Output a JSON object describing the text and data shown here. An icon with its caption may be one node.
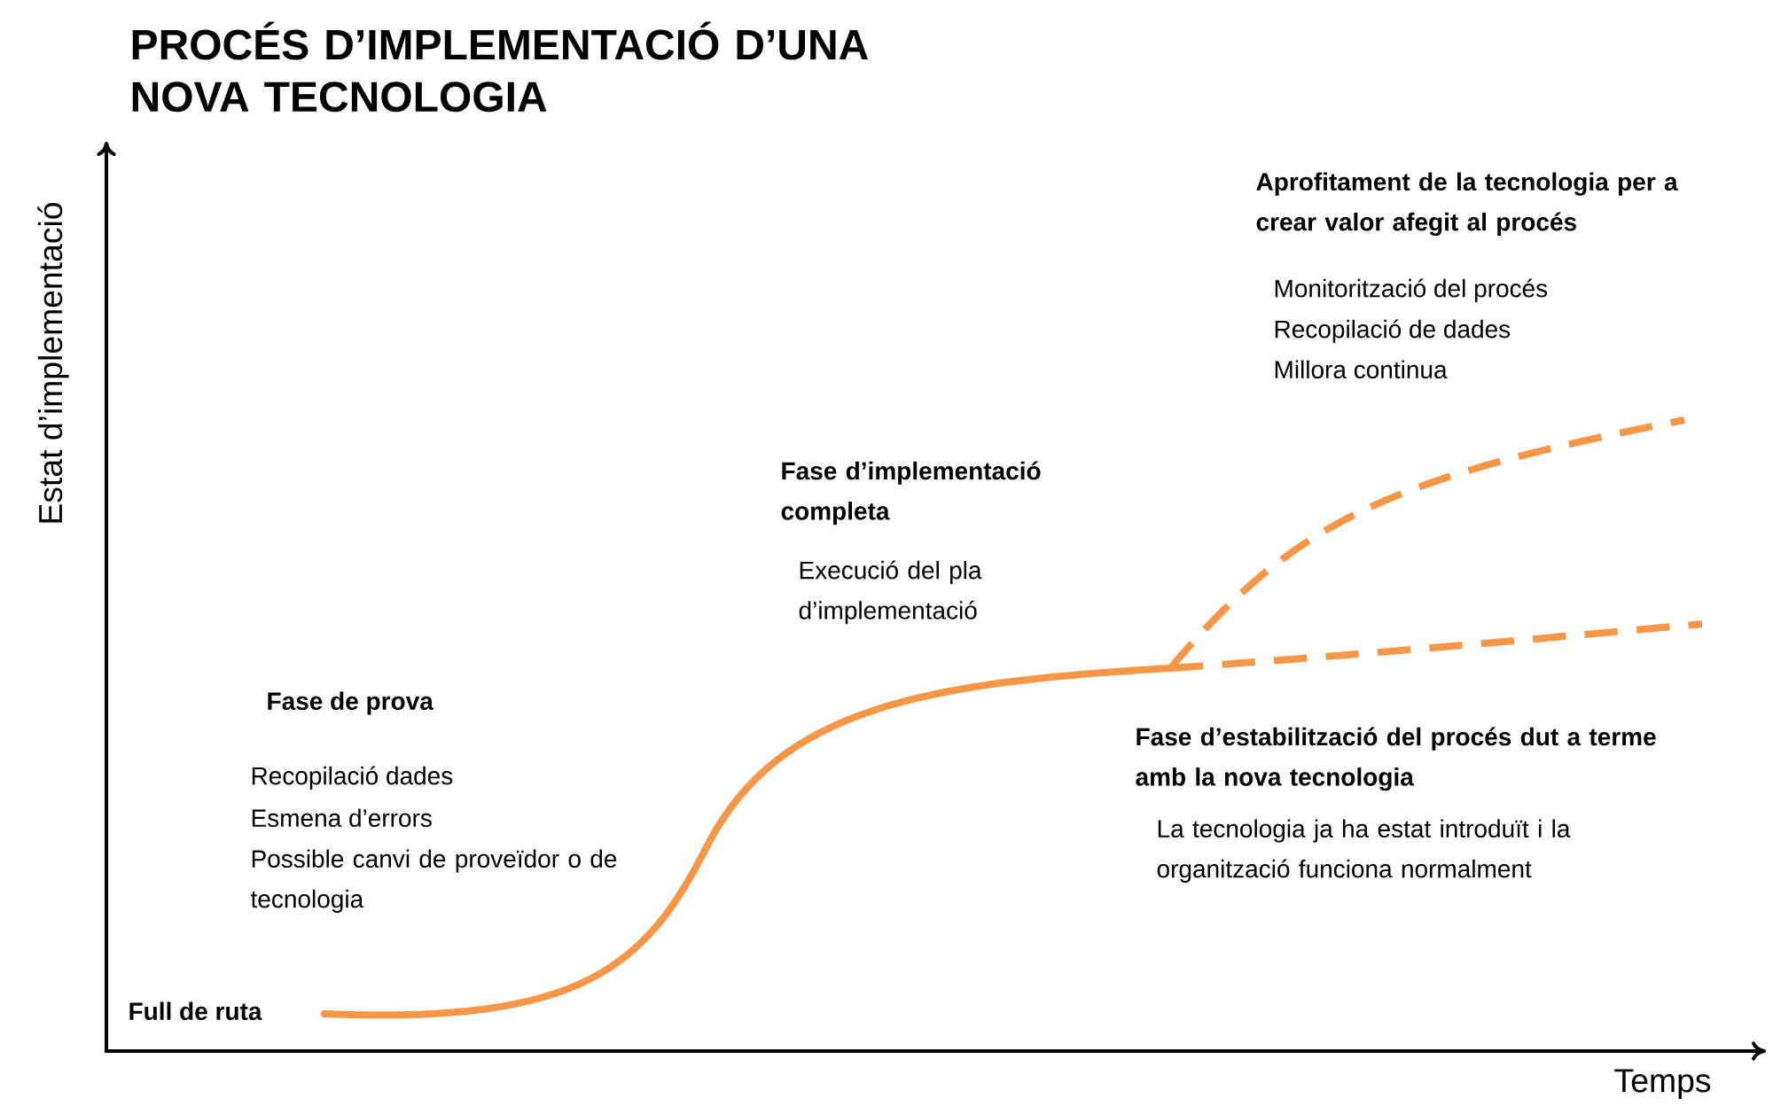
{
  "diagram": {
    "title": "PROCÉS D’IMPLEMENTACIÓ D’UNA NOVA TECNOLOGIA",
    "labels": [
      "Estat d’implementació",
      "Aprofitament de la tecnologia per a crear valor afegit al procés",
      "Monitorització del procés",
      "Recopilació de dades",
      "Millora continua",
      "Fase d’implementació completa",
      "Execució del pla d’implementació",
      "Fase de prova",
      "Recopilació dades",
      "Esmena d’errors",
      "Possible canvi de proveïdor o de tecnologia",
      "Fase d’estabilització del procés dut a terme amb la nova tecnologia",
      "La tecnologia ja ha estat introduït i la organització funciona normalment",
      "Full de ruta",
      "Temps"
    ]
  }
}
